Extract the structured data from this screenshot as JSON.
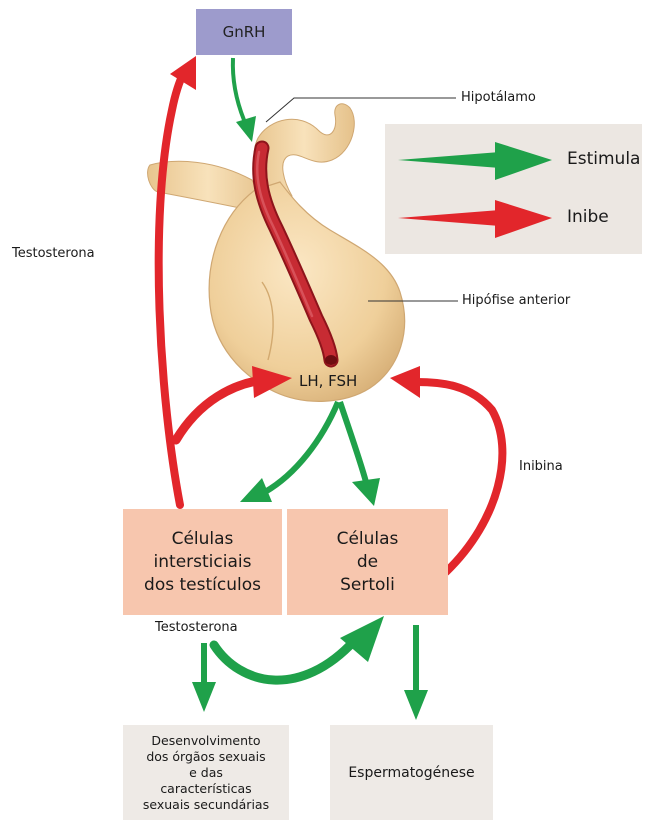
{
  "gnrh": "GnRH",
  "hypothalamus_label": "Hipotálamo",
  "pituitary_label": "Hipófise anterior",
  "lh_fsh": "LH, FSH",
  "testosterone_left": "Testosterona",
  "inhibin": "Inibina",
  "legend": {
    "stimulates": "Estimula",
    "inhibits": "Inibe"
  },
  "interstitial_cells": "Células\nintersticiais\ndos testículos",
  "sertoli_cells": "Células\nde\nSertoli",
  "testosterone_bottom": "Testosterona",
  "development_box": "Desenvolvimento\ndos órgãos sexuais\ne das\ncaracterísticas\nsexuais secundárias",
  "spermatogenesis_box": "Espermatogénese",
  "colors": {
    "stimulate_arrow": "#1fa14a",
    "inhibit_arrow": "#e2262b",
    "gnrh_box": "#9d9bcc",
    "cell_box": "#f7c6ae",
    "legend_box": "#ece7e2",
    "gland": "#f1d3a1",
    "vessel": "#b8232b"
  }
}
